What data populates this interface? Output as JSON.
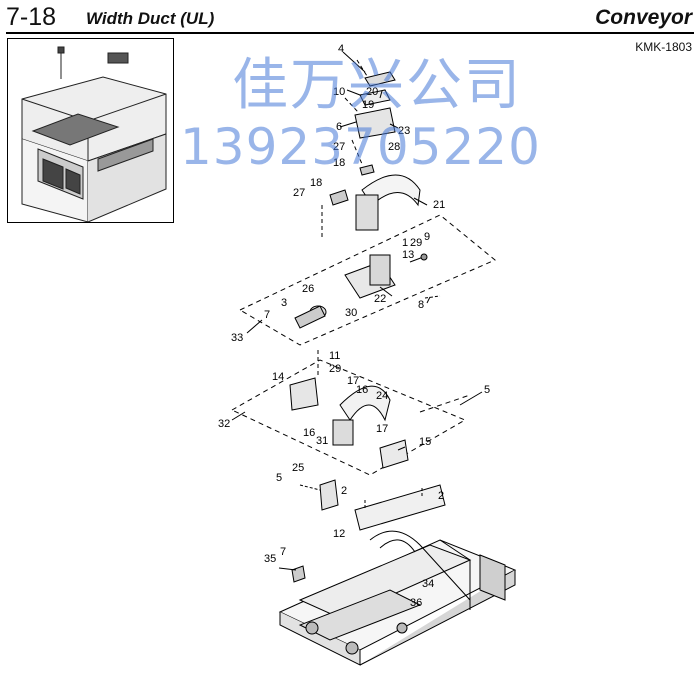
{
  "header": {
    "section_number": "7-18",
    "title": "Width Duct (UL)",
    "section": "Conveyor",
    "model": "KMK-1803"
  },
  "watermark": {
    "company": "佳万兴公司",
    "phone": "13923705220",
    "color": "#4678d7"
  },
  "part_labels": [
    "4",
    "10",
    "20",
    "19",
    "6",
    "23",
    "27",
    "28",
    "18",
    "21",
    "27",
    "18",
    "13",
    "29",
    "9",
    "1",
    "26",
    "3",
    "22",
    "7",
    "30",
    "8",
    "33",
    "11",
    "29",
    "14",
    "17",
    "16",
    "24",
    "5",
    "32",
    "16",
    "31",
    "17",
    "15",
    "25",
    "5",
    "2",
    "2",
    "12",
    "7",
    "35",
    "34",
    "36"
  ]
}
